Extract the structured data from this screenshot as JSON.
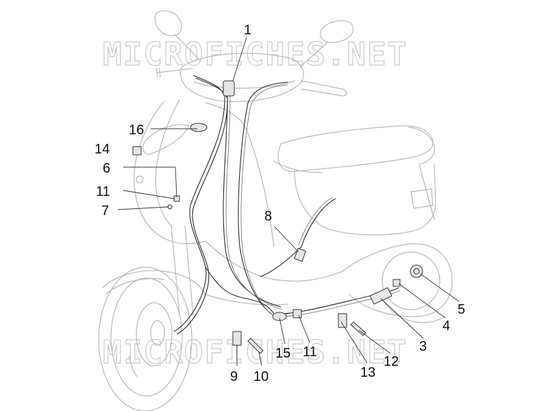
{
  "watermark": {
    "top": "MICROFICHES.NET",
    "bottom": "MICROFICHES.NET"
  },
  "callouts": [
    "1",
    "16",
    "14",
    "6",
    "11",
    "7",
    "8",
    "5",
    "4",
    "3",
    "12",
    "13",
    "11",
    "15",
    "9",
    "10"
  ],
  "colors": {
    "ink": "#111111",
    "scooter_outline": "#b8b8b8",
    "watermark": "#c9c9c9"
  }
}
